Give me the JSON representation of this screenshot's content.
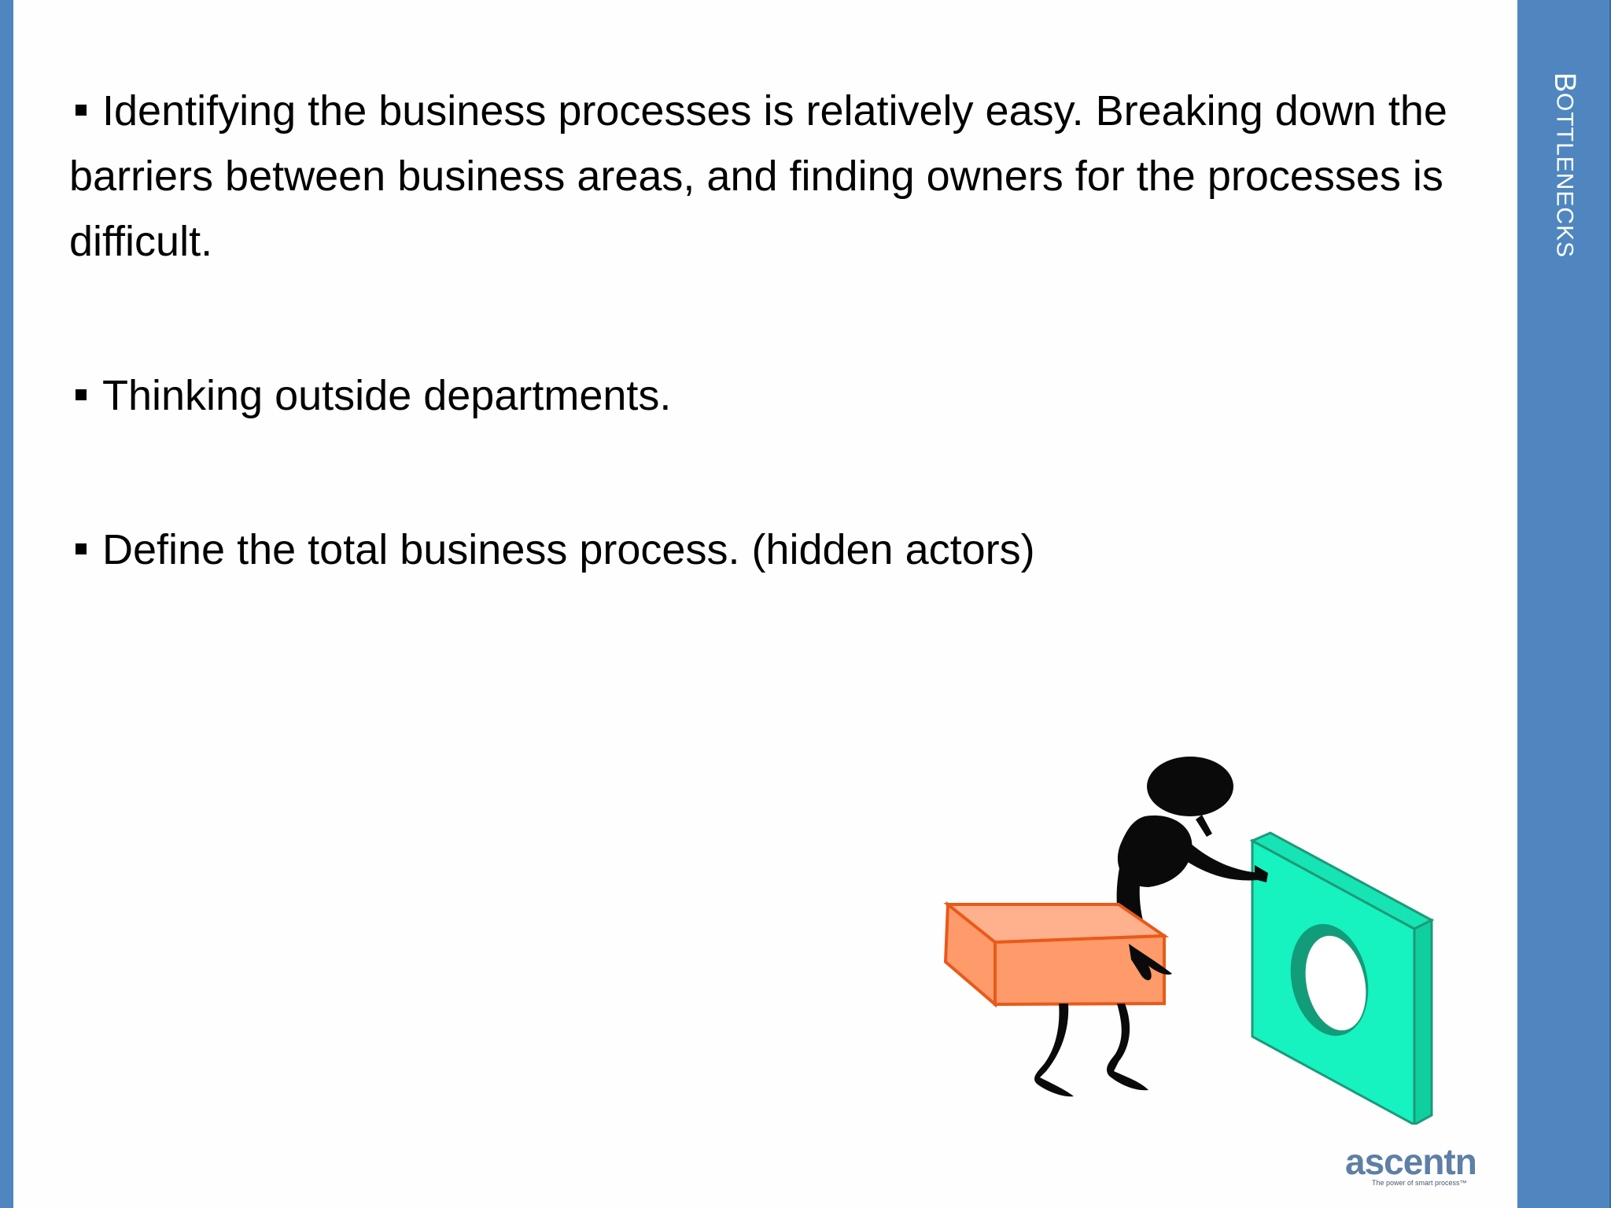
{
  "section": {
    "title_initial": "B",
    "title_rest": "OTTLENECKS"
  },
  "bullets": [
    {
      "text": "Identifying the business processes is relatively easy. Breaking down the barriers between business areas, and finding owners for the processes is difficult."
    },
    {
      "text": "Thinking outside departments."
    },
    {
      "text": "Define the total business process. (hidden actors)"
    }
  ],
  "logo": {
    "name": "ascentn",
    "tagline": "The power of smart process™"
  },
  "colors": {
    "accent_bar": "#4f86bf",
    "box_orange": "#ff9a6b",
    "block_teal": "#16f2c0"
  },
  "illustration": {
    "icon": "figure-carrying-block-icon"
  }
}
